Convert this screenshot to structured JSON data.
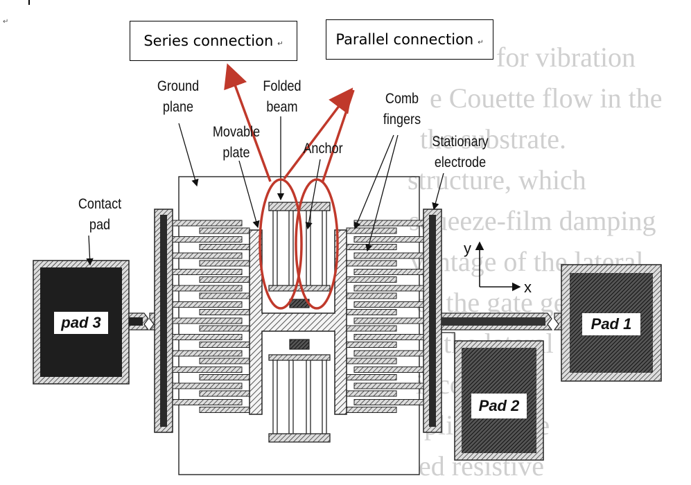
{
  "callouts": {
    "series": "Series connection",
    "parallel": "Parallel connection",
    "mark": "↵"
  },
  "labels": {
    "ground_plane": [
      "Ground",
      "plane"
    ],
    "folded_beam": [
      "Folded",
      "beam"
    ],
    "movable_plate": [
      "Movable",
      "plate"
    ],
    "anchor": "Anchor",
    "comb_fingers": [
      "Comb",
      "fingers"
    ],
    "stationary_electrode": [
      "Stationary",
      "electrode"
    ],
    "contact_pad": [
      "Contact",
      "pad"
    ]
  },
  "pads": {
    "pad3": "pad 3",
    "pad1": "Pad 1",
    "pad2": "Pad 2"
  },
  "axes": {
    "y": "y",
    "x": "x"
  },
  "corner_mark": "↵",
  "colors": {
    "highlight": "#c0392b",
    "ink": "#111111",
    "background_text": "#cfcfcf"
  },
  "background_text_lines": [
    "for vibration",
    "e Couette flow in the",
    "the substrate.",
    "structure, which",
    "squeeze-film damping",
    "vantage of the lateral",
    "of the gate geometry",
    "the lateral",
    "incorporate",
    "plicity. The",
    "ed resistive"
  ]
}
